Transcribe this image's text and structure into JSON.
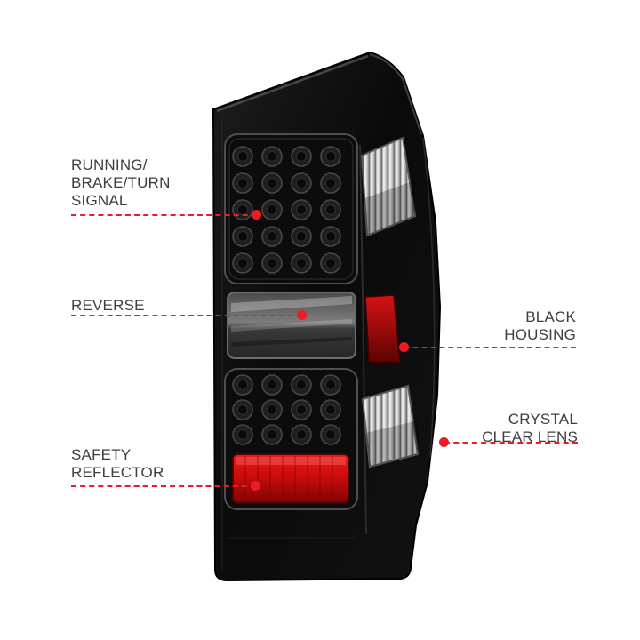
{
  "colors": {
    "accent_red": "#ed1c24",
    "label_text": "#3e3e3e",
    "page_background": "#ffffff",
    "housing_black": "#0b0b0b",
    "reflector_red": "#c40b0b"
  },
  "callouts": [
    {
      "id": "running-brake-turn-signal",
      "side": "left",
      "lines": [
        "RUNNING/",
        "BRAKE/TURN",
        "SIGNAL"
      ]
    },
    {
      "id": "reverse",
      "side": "left",
      "lines": [
        "REVERSE"
      ]
    },
    {
      "id": "safety-reflector",
      "side": "left",
      "lines": [
        "SAFETY",
        "REFLECTOR"
      ]
    },
    {
      "id": "black-housing",
      "side": "right",
      "lines": [
        "BLACK",
        "HOUSING"
      ]
    },
    {
      "id": "crystal-clear-lens",
      "side": "right",
      "lines": [
        "CRYSTAL",
        "CLEAR LENS"
      ]
    }
  ],
  "illustration": {
    "name": "led-tail-light",
    "features": [
      "led-array-top",
      "reverse-lens",
      "led-array-bottom",
      "safety-reflector",
      "black-housing",
      "crystal-clear-side-lens"
    ]
  }
}
